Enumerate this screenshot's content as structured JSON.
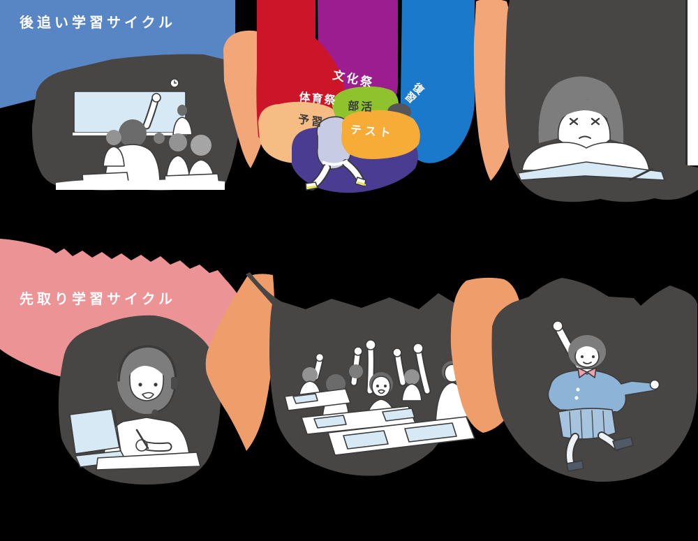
{
  "diagram_title_visible": false,
  "top_cycle": {
    "label": "後追い学習サイクル",
    "label_style": "blue rounded banner, white handwritten text",
    "panels": [
      {
        "icon": "classroom-lesson-illustration"
      },
      {
        "icon": "busy-schedule-running-student-illustration"
      },
      {
        "icon": "exhausted-student-at-desk-illustration"
      }
    ],
    "activities": [
      {
        "label": "文化祭"
      },
      {
        "label": "体育祭"
      },
      {
        "label": "復習"
      },
      {
        "label": "予習"
      },
      {
        "label": "部活"
      },
      {
        "label": "テスト"
      }
    ]
  },
  "bottom_cycle": {
    "label": "先取り学習サイクル",
    "label_style": "pink rounded banner, white handwritten text",
    "panels": [
      {
        "icon": "online-learning-headset-girl-illustration"
      },
      {
        "icon": "classroom-raised-hands-illustration"
      },
      {
        "icon": "jumping-happy-student-illustration"
      }
    ]
  },
  "colors": {
    "background": "#000000",
    "blue_label": "#5886c5",
    "pink_label": "#ec9396",
    "panel_blob": "#484645",
    "act_red": "#cc1528",
    "act_magenta": "#9b1d90",
    "act_blue": "#1b79cb",
    "act_peach": "#f5bc83",
    "act_green": "#8ec32e",
    "act_yellow": "#f7ac38",
    "act_purple": "#4a3d91",
    "arrow_top": "#f3a778",
    "arrow_bottom": "#ef9d6a",
    "screen_blue": "#d7e9f4",
    "runner_lavender": "#c7cbe4",
    "uniform_blazer": "#8db4d7",
    "uniform_skirt": "#a6c4de",
    "bow_pink": "#f2a0b0"
  }
}
